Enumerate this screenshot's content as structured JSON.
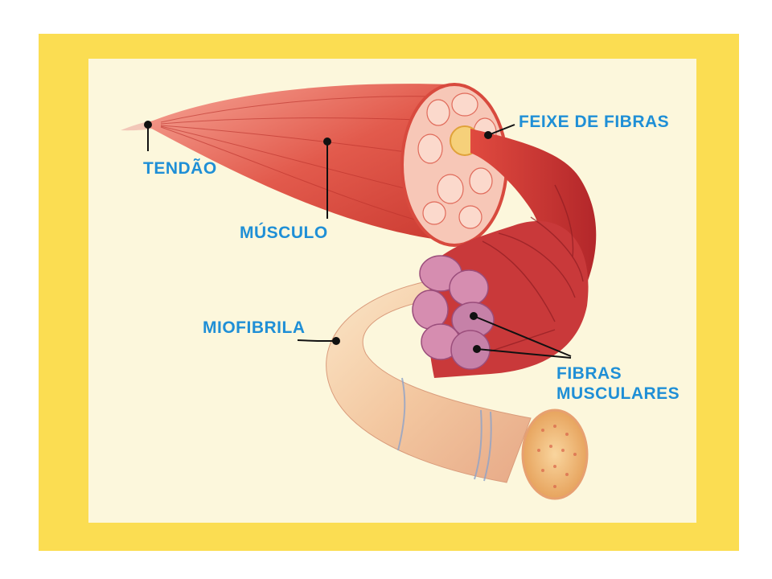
{
  "frame_color": "#fbdd52",
  "panel_color": "#fcf7dc",
  "label_color": "#1f8fd6",
  "labels": {
    "tendon": "TENDÃO",
    "muscle": "MÚSCULO",
    "fiber_bundle": "FEIXE DE FIBRAS",
    "myofibril": "MIOFIBRILA",
    "muscle_fibers_line1": "FIBRAS",
    "muscle_fibers_line2": "MUSCULARES"
  }
}
